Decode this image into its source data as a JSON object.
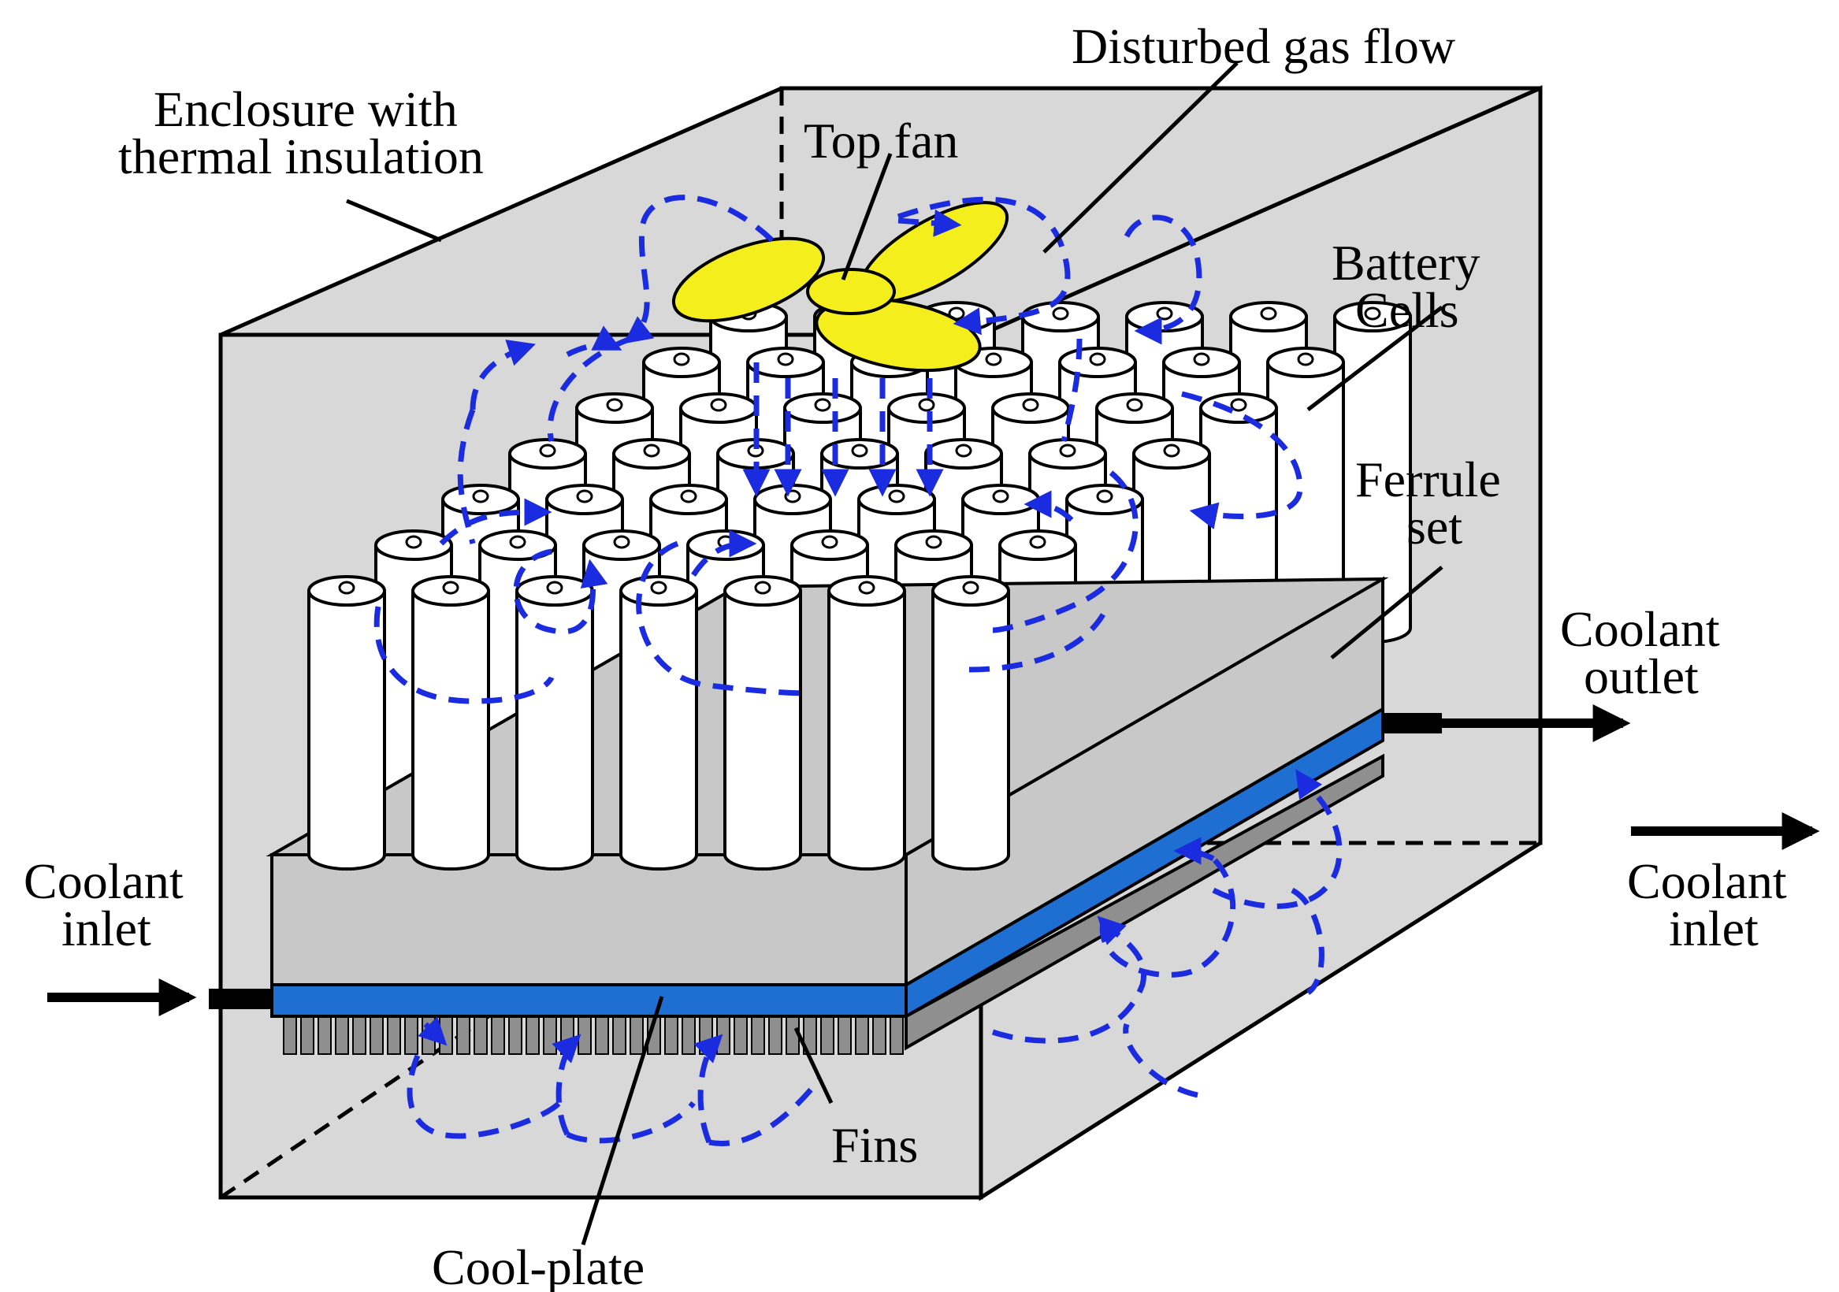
{
  "labels": {
    "disturbed_gas_flow": "Disturbed gas flow",
    "enclosure_line1": "Enclosure with",
    "enclosure_line2": "thermal insulation",
    "top_fan": "Top fan",
    "battery_line1": "Battery",
    "battery_line2": "Cells",
    "ferrule_line1": "Ferrule",
    "ferrule_line2": "set",
    "coolant_outlet_line1": "Coolant",
    "coolant_outlet_line2": "outlet",
    "coolant_inlet_left_line1": "Coolant",
    "coolant_inlet_left_line2": "inlet",
    "coolant_inlet_right_line1": "Coolant",
    "coolant_inlet_right_line2": "inlet",
    "fins": "Fins",
    "cool_plate": "Cool-plate"
  },
  "colors": {
    "enclosure_fill": "#d8d8d8",
    "ferrule_fill": "#c8c8c8",
    "cool_plate": "#1f6ed1",
    "fins": "#8f8f8f",
    "fan": "#f4ee1c",
    "airflow": "#1a2be0",
    "cell_fill": "#ffffff"
  },
  "icons": {
    "fan": "fan-icon",
    "arrow": "arrow-right-icon"
  }
}
